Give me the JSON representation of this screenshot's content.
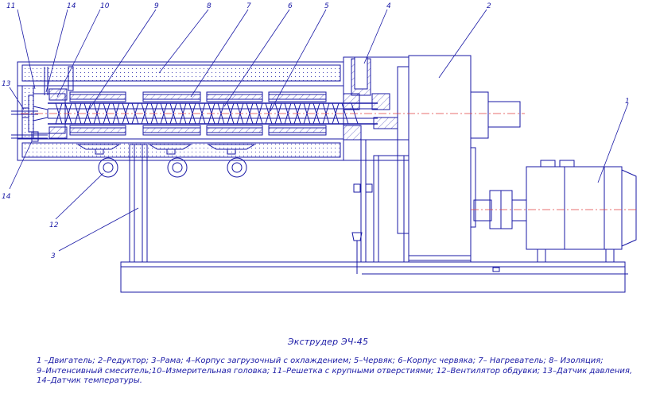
{
  "callouts": [
    "11",
    "14",
    "10",
    "9",
    "8",
    "7",
    "6",
    "5",
    "4",
    "2",
    "1",
    "13",
    "14",
    "12",
    "3"
  ],
  "caption": "Экструдер ЭЧ-45",
  "legend_lines": [
    "1 –Двигатель; 2–Редуктор; 3–Рама; 4–Корпус загрузочный с охлаждением; 5–Червяк; 6–Корпус червяка; 7– Нагреватель; 8– Изоляция;",
    "9–Интенсивный смеситель;10–Измерительная головка; 11–Решетка с крупными отверстиями; 12–Вентилятор обдувки; 13–Датчик давления,",
    "14–Датчик температуры."
  ],
  "colors": {
    "line": "#1a1aa6",
    "axis": "#e04040",
    "background": "#ffffff"
  }
}
